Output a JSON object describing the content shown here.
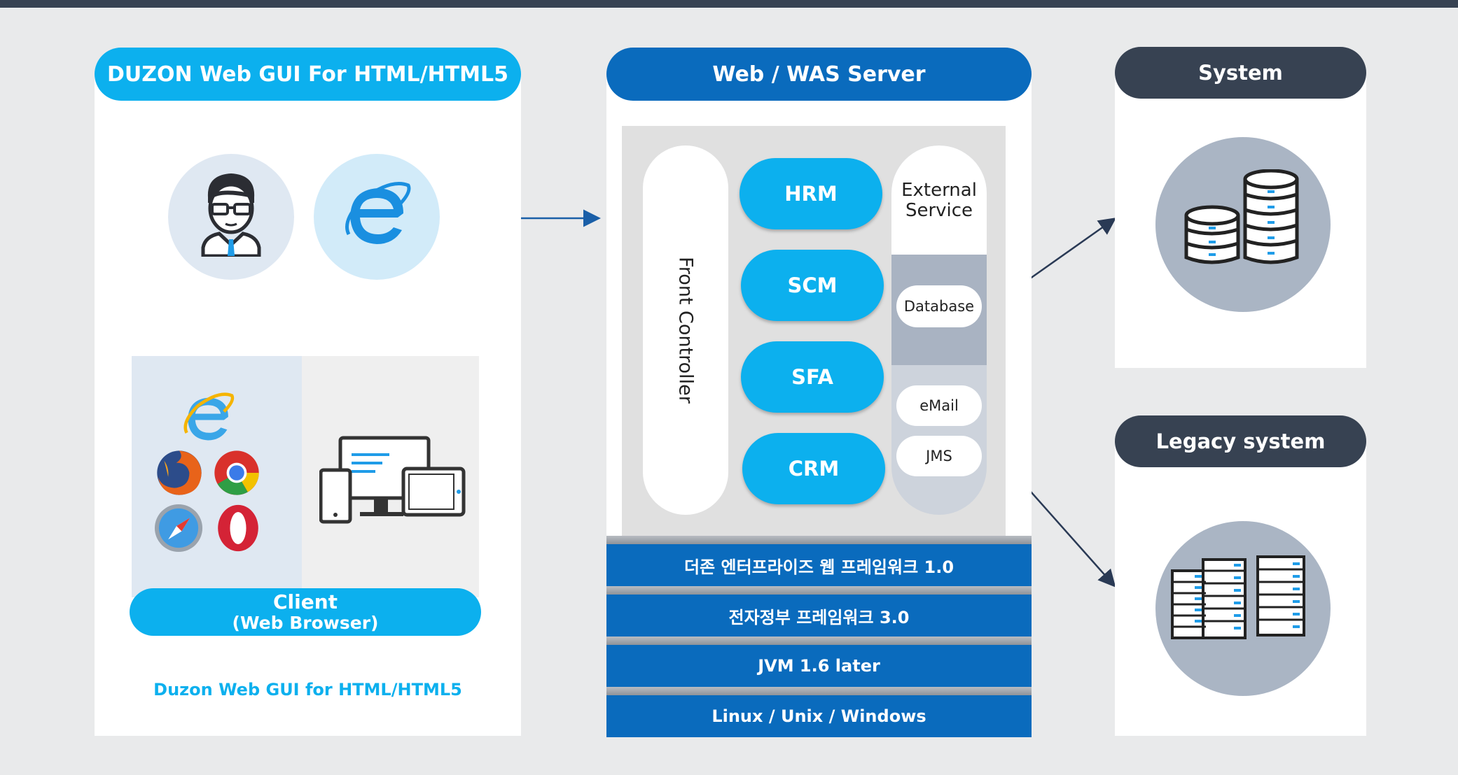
{
  "left": {
    "header": "DUZON Web GUI For HTML/HTML5",
    "client_title": "Client",
    "client_subtitle": "(Web Browser)",
    "footer": "Duzon Web GUI for HTML/HTML5",
    "icons": [
      "user-icon",
      "internet-explorer-icon",
      "firefox-icon",
      "chrome-icon",
      "safari-icon",
      "opera-icon",
      "devices-icon"
    ]
  },
  "middle": {
    "header": "Web / WAS Server",
    "front_controller": "Front Controller",
    "modules": [
      "HRM",
      "SCM",
      "SFA",
      "CRM"
    ],
    "external": {
      "title_line1": "External",
      "title_line2": "Service",
      "database": "Database",
      "email": "eMail",
      "jms": "JMS"
    },
    "layers": [
      "더존 엔터프라이즈 웹 프레임워크 1.0",
      "전자정부 프레임워크 3.0",
      "JVM 1.6 later",
      "Linux / Unix / Windows"
    ]
  },
  "right": {
    "system": "System",
    "legacy": "Legacy system",
    "icons": [
      "database-icon",
      "server-rack-icon"
    ]
  },
  "colors": {
    "cyan": "#0cb0ee",
    "blue": "#0a6bbd",
    "dark": "#374252",
    "background": "#e9eaeb"
  }
}
